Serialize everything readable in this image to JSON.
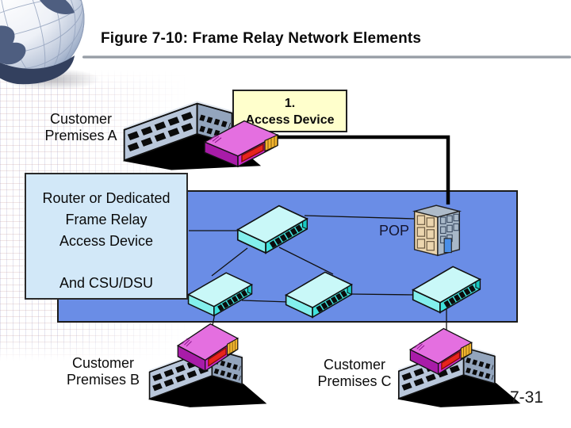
{
  "slide": {
    "title": "Figure 7-10: Frame Relay Network Elements",
    "page_number": "7-31"
  },
  "callouts": {
    "access_device": {
      "line1": "1.",
      "line2": "Access Device"
    },
    "router": {
      "line1": "Router or Dedicated",
      "line2": "Frame Relay",
      "line3": "Access Device",
      "line4": "And CSU/DSU"
    }
  },
  "labels": {
    "premises_a": {
      "line1": "Customer",
      "line2": "Premises A"
    },
    "premises_b": {
      "line1": "Customer",
      "line2": "Premises B"
    },
    "premises_c": {
      "line1": "Customer",
      "line2": "Premises C"
    },
    "pop": "POP"
  },
  "icons": {
    "globe": "globe-logo",
    "switch": "frame-relay-switch",
    "device": "access-device-box",
    "building": "office-building",
    "pop_building": "pop-building"
  },
  "colors": {
    "cloud_fill": "#6a8de6",
    "cloud_border": "#1b1b1b",
    "access_callout_bg": "#ffffcc",
    "router_callout_bg": "#d2e8f8",
    "switch_top": "#c9f8f8",
    "switch_front": "#3fe2dc",
    "device_top": "#e46fe0",
    "device_front": "#cc2acc",
    "device_panel": "#e8241c",
    "device_cap": "#f2b42e",
    "building_wall": "#b9c7db",
    "building_end": "#93a5bd",
    "pop_front": "#ebd5ae",
    "pop_side": "#a8b8c8",
    "pop_door": "#4a8fe8",
    "line_color": "#111111",
    "title_color": "#0a0a0a"
  }
}
